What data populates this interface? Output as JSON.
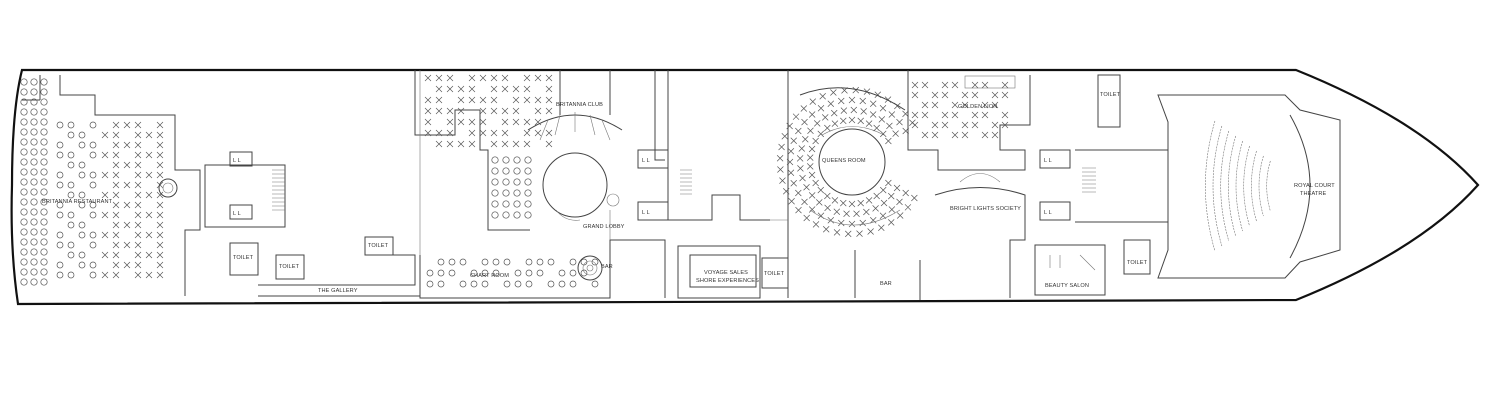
{
  "rooms": {
    "britannia_restaurant": "BRITANNIA RESTAURANT",
    "britannia_club": "BRITANNIA CLUB",
    "grand_lobby": "GRAND LOBBY",
    "the_gallery": "THE GALLERY",
    "chart_room": "CHART ROOM",
    "bar_chart": "BAR",
    "voyage_sales_1": "VOYAGE SALES",
    "voyage_sales_2": "SHORE EXPERIENCES",
    "queens_room": "QUEENS ROOM",
    "bar_queens": "BAR",
    "golden_lion": "GOLDEN LION",
    "bright_lights": "BRIGHT LIGHTS SOCIETY",
    "beauty_salon": "BEAUTY SALON",
    "royal_court_1": "ROYAL COURT",
    "royal_court_2": "THEATRE",
    "toilet": "TOILET"
  },
  "colors": {
    "hull_stroke": "#111111",
    "wall": "#444444",
    "background": "#ffffff"
  }
}
